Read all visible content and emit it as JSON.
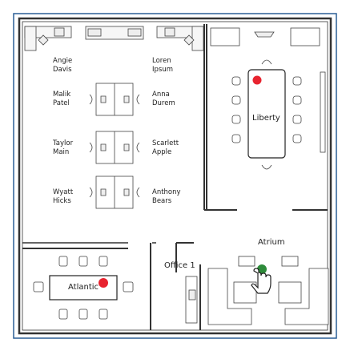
{
  "floorplan": {
    "rooms": {
      "liberty": {
        "label": "Liberty",
        "status_color": "#e8232f"
      },
      "atlantic": {
        "label": "Atlantic",
        "status_color": "#e8232f"
      },
      "office1": {
        "label": "Office 1"
      },
      "atrium": {
        "label": "Atrium",
        "status_color": "#2e8b3a"
      }
    },
    "desks": [
      {
        "name": "Angie Davis",
        "line1": "Angie",
        "line2": "Davis"
      },
      {
        "name": "Loren Ipsum",
        "line1": "Loren",
        "line2": "Ipsum"
      },
      {
        "name": "Malik Patel",
        "line1": "Malik",
        "line2": "Patel"
      },
      {
        "name": "Anna Durem",
        "line1": "Anna",
        "line2": "Durem"
      },
      {
        "name": "Taylor Main",
        "line1": "Taylor",
        "line2": "Main"
      },
      {
        "name": "Scarlett Apple",
        "line1": "Scarlett",
        "line2": "Apple"
      },
      {
        "name": "Wyatt Hicks",
        "line1": "Wyatt",
        "line2": "Hicks"
      },
      {
        "name": "Anthony Bears",
        "line1": "Anthony",
        "line2": "Bears"
      }
    ],
    "colors": {
      "frame": "#2a5f96",
      "wall": "#333333",
      "available": "#2e8b3a",
      "occupied": "#e8232f"
    },
    "cursor": "hand-pointer-icon"
  }
}
